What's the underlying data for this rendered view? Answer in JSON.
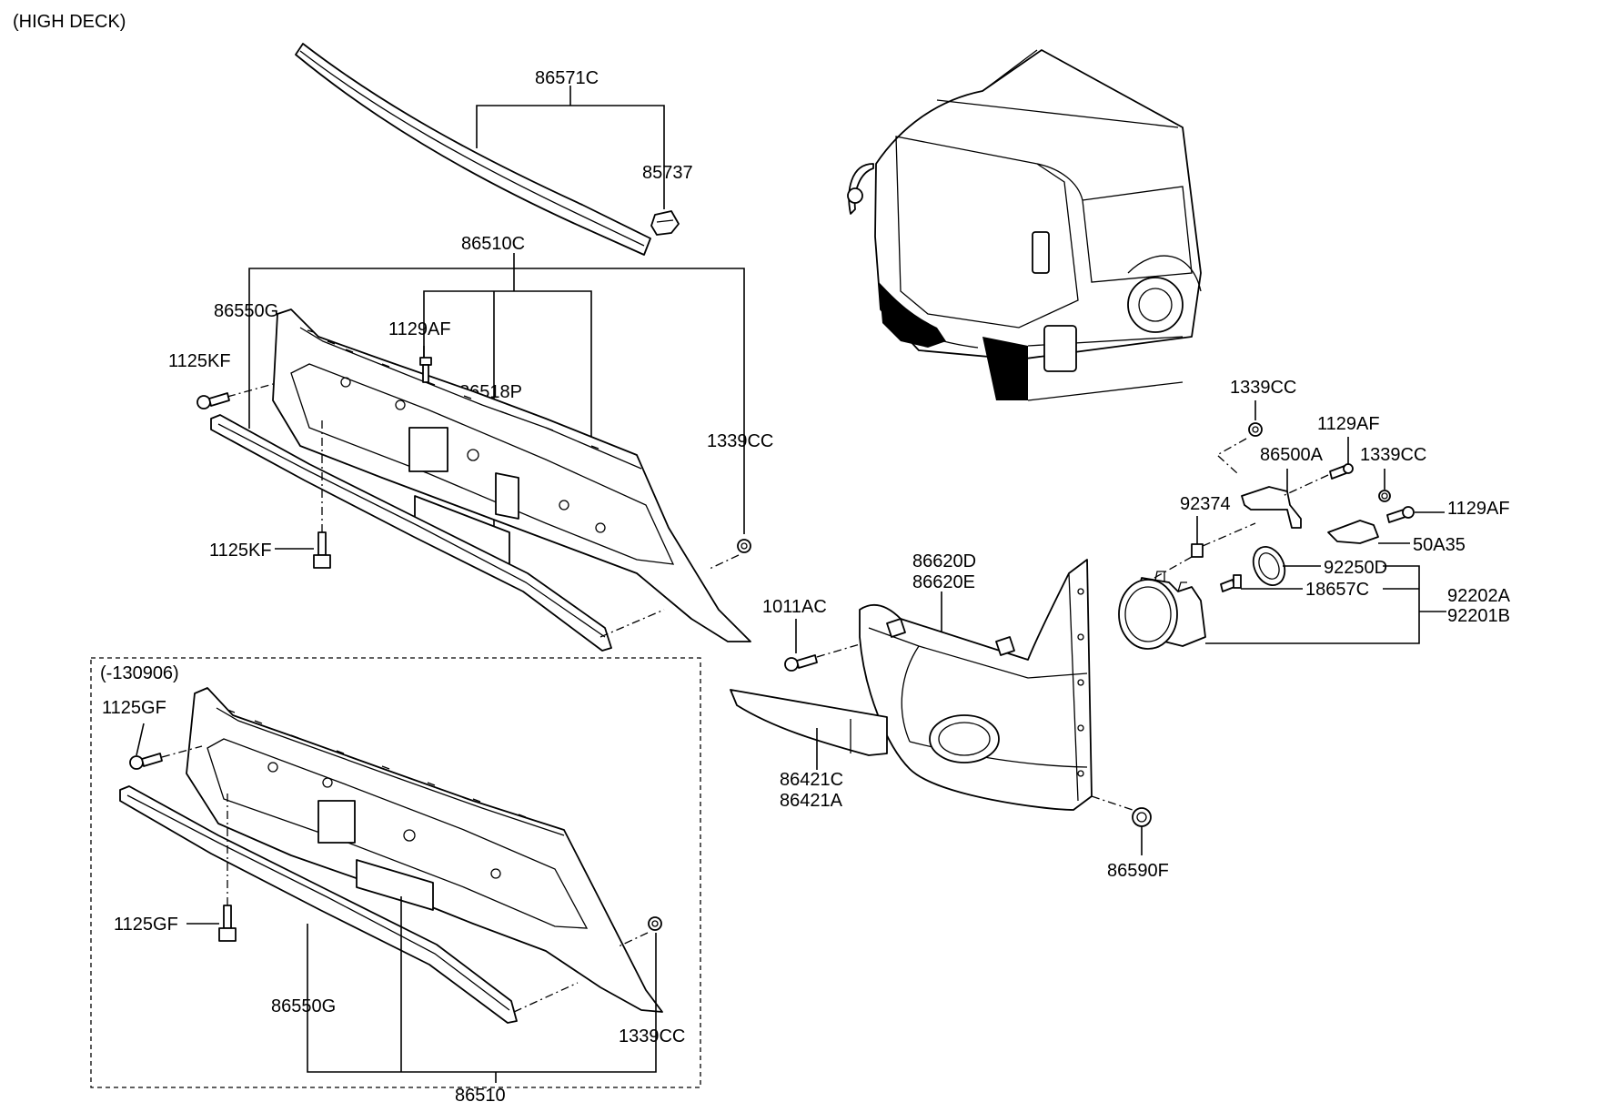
{
  "header": "(HIGH DECK)",
  "inset_label": "(-130906)",
  "parts": {
    "p86571C": "86571C",
    "p85737": "85737",
    "p86510C": "86510C",
    "p86550G_top": "86550G",
    "p1129AF_top": "1129AF",
    "p1125KF_top": "1125KF",
    "p86518P": "86518P",
    "p1339CC_mid": "1339CC",
    "p1125KF_bottom": "1125KF",
    "p1339CC_right": "1339CC",
    "p1129AF_right": "1129AF",
    "p86500A": "86500A",
    "p1339CC_right2": "1339CC",
    "p92374": "92374",
    "p1129AF_right2": "1129AF",
    "p50A35": "50A35",
    "p86620D": "86620D",
    "p86620E": "86620E",
    "p92250D": "92250D",
    "p18657C": "18657C",
    "p92202A": "92202A",
    "p92201B": "92201B",
    "p1011AC": "1011AC",
    "p86421C": "86421C",
    "p86421A": "86421A",
    "p86590F": "86590F",
    "p1125GF_top": "1125GF",
    "p1125GF_bottom": "1125GF",
    "p86550G_bottom": "86550G",
    "p1339CC_bottom": "1339CC",
    "p86510": "86510"
  }
}
